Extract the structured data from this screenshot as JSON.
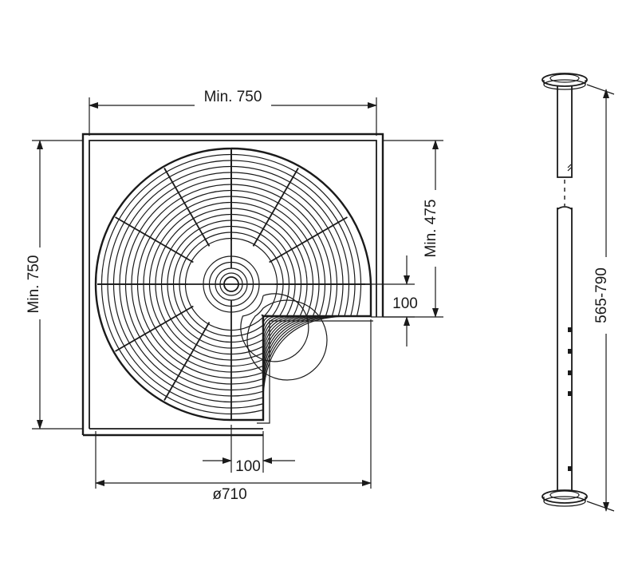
{
  "dimensions": {
    "top_width": "Min. 750",
    "left_height": "Min. 750",
    "right_height": "Min. 475",
    "notch_right": "100",
    "notch_bottom": "100",
    "diameter": "ø710",
    "pole_height": "565-790"
  },
  "colors": {
    "line": "#1a1a1a",
    "background": "#ffffff"
  }
}
